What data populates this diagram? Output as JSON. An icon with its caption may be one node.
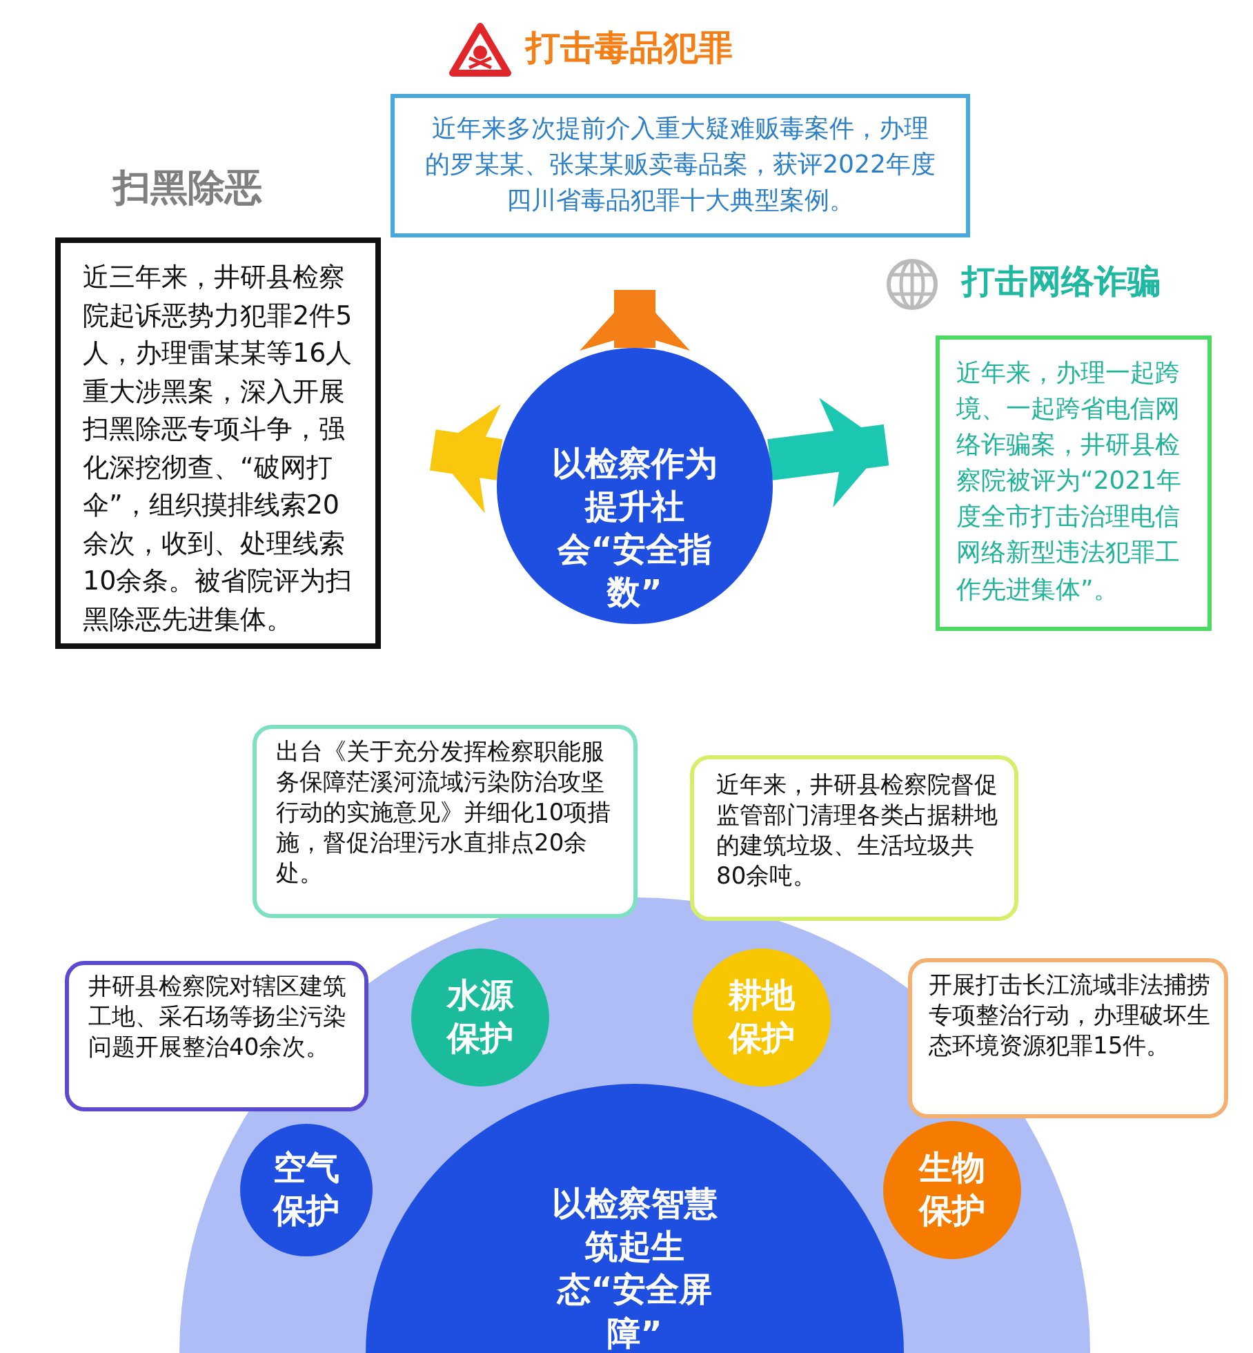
{
  "diagram": {
    "nodes": [
      {
        "text": [
          "以检察作为提升社会“安全指数”"
        ]
      },
      {
        "text": [
          "打击毒品犯罪",
          "近年来多次提前介入重大疑难贩毒案件，办理的罗某某、张某某贩卖毒品案，获评2022年度四川省毒品犯罪十大典型案例。"
        ]
      },
      {
        "text": [
          "扫黑除恶",
          "近三年来，井研县检察院起诉恶势力犯罪2件5人，办理雷某某等16人重大涉黑案，深入开展扫黑除恶专项斗争，强化深挖彻查、“破网打伞”，组织摸排线索20余次，收到、处理线索10余条。被省院评为扫黑除恶先进集体。"
        ]
      },
      {
        "text": [
          "打击网络诈骗",
          "近年来，办理一起跨境、一起跨省电信网络诈骗案，井研县检察院被评为“2021年度全市打击治理电信网络新型违法犯罪工作先进集体”。"
        ]
      },
      {
        "text": [
          "以检察智慧筑起生态“安全屏障”"
        ]
      },
      {
        "text": [
          "空气保护"
        ]
      },
      {
        "text": [
          "水源保护"
        ]
      },
      {
        "text": [
          "耕地保护"
        ]
      },
      {
        "text": [
          "生物保护"
        ]
      },
      {
        "text": [
          "出台《关于充分发挥检察职能服务保障茫溪河流域污染防治攻坚行动的实施意见》并细化10项措施，督促治理污水直排点20余处。"
        ]
      },
      {
        "text": [
          "近年来，井研县检察院督促监管部门清理各类占据耕地的建筑垃圾、生活垃圾共80余吨。"
        ]
      },
      {
        "text": [
          "井研县检察院对辖区建筑工地、采石场等扬尘污染问题开展整治40余次。"
        ]
      },
      {
        "text": [
          "开展打击长江流域非法捕捞专项整治行动，办理破坏生态环境资源犯罪15件。"
        ]
      }
    ],
    "edges": [
      {
        "from": 0,
        "to": 1,
        "arrow": "to",
        "color": "#f57f17"
      },
      {
        "from": 0,
        "to": 2,
        "arrow": "to",
        "color": "#f9c80e"
      },
      {
        "from": 0,
        "to": 3,
        "arrow": "to",
        "color": "#1cc7b1"
      }
    ]
  }
}
